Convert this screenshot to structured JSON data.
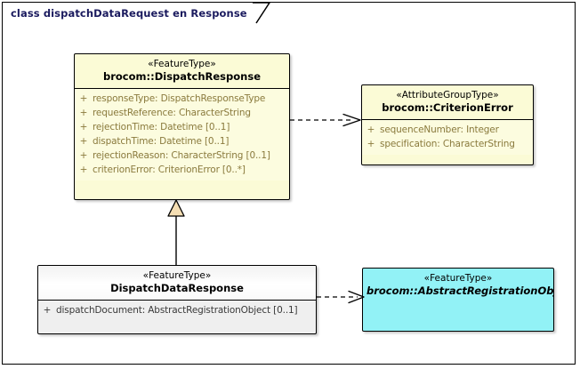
{
  "frame": {
    "title": "class dispatchDataRequest en Response"
  },
  "classes": {
    "dispatch_response": {
      "stereotype": "«FeatureType»",
      "name": "brocom::DispatchResponse",
      "abstract": false,
      "attributes": [
        {
          "visibility": "+",
          "text": "responseType: DispatchResponseType"
        },
        {
          "visibility": "+",
          "text": "requestReference: CharacterString"
        },
        {
          "visibility": "+",
          "text": "rejectionTime: Datetime [0..1]"
        },
        {
          "visibility": "+",
          "text": "dispatchTime: Datetime [0..1]"
        },
        {
          "visibility": "+",
          "text": "rejectionReason: CharacterString [0..1]"
        },
        {
          "visibility": "+",
          "text": "criterionError: CriterionError [0..*]"
        }
      ]
    },
    "criterion_error": {
      "stereotype": "«AttributeGroupType»",
      "name": "brocom::CriterionError",
      "abstract": false,
      "attributes": [
        {
          "visibility": "+",
          "text": "sequenceNumber: Integer"
        },
        {
          "visibility": "+",
          "text": "specification: CharacterString"
        }
      ]
    },
    "dispatch_data_response": {
      "stereotype": "«FeatureType»",
      "name": "DispatchDataResponse",
      "abstract": false,
      "attributes": [
        {
          "visibility": "+",
          "text": "dispatchDocument: AbstractRegistrationObject [0..1]"
        }
      ]
    },
    "abstract_registration_object": {
      "stereotype": "«FeatureType»",
      "name": "brocom::AbstractRegistrationObject",
      "abstract": true,
      "attributes": []
    }
  },
  "connectors": [
    {
      "id": "dep-response-to-criterion",
      "type": "dependency",
      "from": "dispatch_response",
      "to": "criterion_error",
      "style": "dashed-open-arrow"
    },
    {
      "id": "gen-datatresponse-to-response",
      "type": "generalization",
      "from": "dispatch_data_response",
      "to": "dispatch_response",
      "style": "solid-hollow-triangle"
    },
    {
      "id": "dep-dataresponse-to-abstract",
      "type": "dependency",
      "from": "dispatch_data_response",
      "to": "abstract_registration_object",
      "style": "dashed-open-arrow"
    }
  ],
  "colors": {
    "feature_type_fill": "#fbfbd6",
    "abstract_fill": "#92f2f6",
    "concrete_fill": "#efefef",
    "attribute_text": "#8a7a3d",
    "frame_title_text": "#1a1a5e",
    "border": "#000000",
    "generalization_arrow_fill": "#f5deb3"
  }
}
